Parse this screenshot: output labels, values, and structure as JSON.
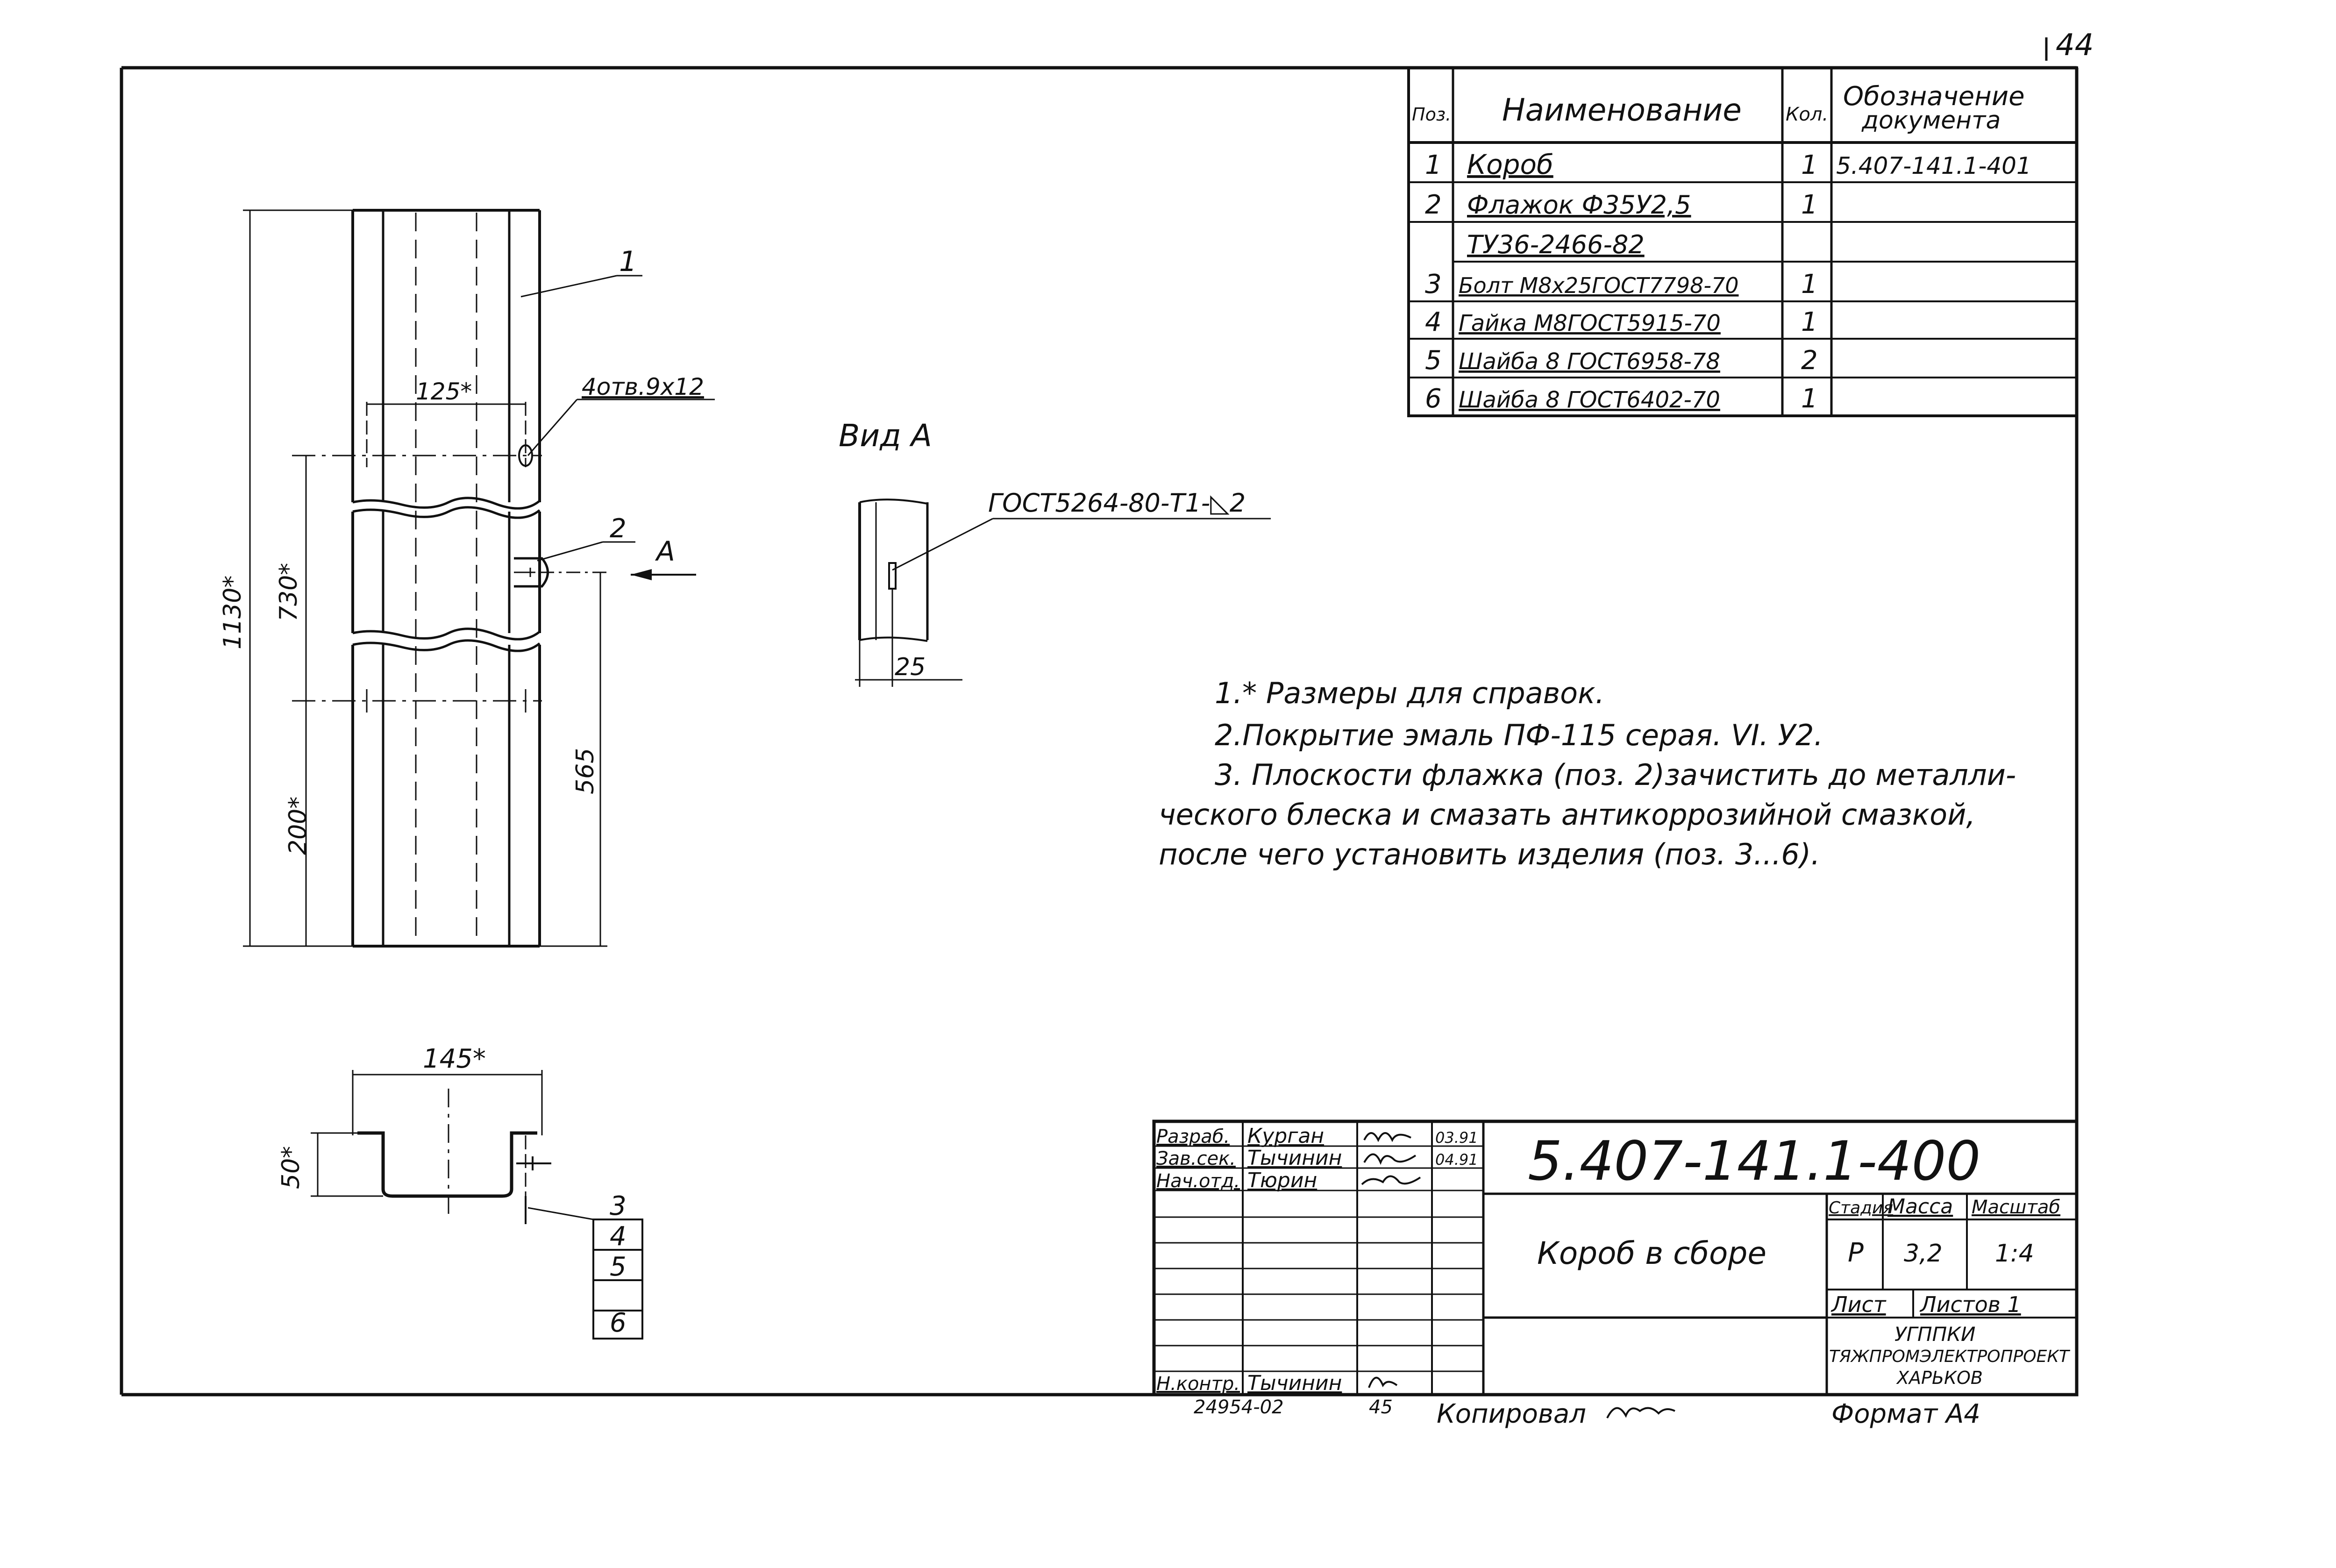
{
  "sheet_number": "44",
  "spec_table": {
    "headers": {
      "pos": "Поз.",
      "name": "Наименование",
      "qty": "Кол.",
      "doc_line1": "Обозначение",
      "doc_line2": "документа"
    },
    "rows": [
      {
        "pos": "1",
        "name": "Короб",
        "qty": "1",
        "doc": "5.407-141.1-401"
      },
      {
        "pos": "2",
        "name": "Флажок Ф35У2,5",
        "qty": "1",
        "doc": ""
      },
      {
        "pos": "",
        "name": "ТУ36-2466-82",
        "qty": "",
        "doc": ""
      },
      {
        "pos": "3",
        "name": "Болт М8х25ГОСТ7798-70",
        "qty": "1",
        "doc": ""
      },
      {
        "pos": "4",
        "name": "Гайка М8ГОСТ5915-70",
        "qty": "1",
        "doc": ""
      },
      {
        "pos": "5",
        "name": "Шайба 8 ГОСТ6958-78",
        "qty": "2",
        "doc": ""
      },
      {
        "pos": "6",
        "name": "Шайба 8 ГОСТ6402-70",
        "qty": "1",
        "doc": ""
      }
    ]
  },
  "main_view": {
    "leader_1": "1",
    "leader_2": "2",
    "view_arrow": "А",
    "holes_note": "4отв.9х12",
    "dim_125": "125*",
    "dim_1130": "1130*",
    "dim_730": "730*",
    "dim_200": "200*",
    "dim_565": "565"
  },
  "view_a": {
    "title": "Вид А",
    "weld_note": "ГОСТ5264-80-Т1-◺2",
    "dim_25": "25"
  },
  "section_view": {
    "dim_145": "145*",
    "dim_50": "50*",
    "positions": [
      "3",
      "4",
      "5",
      "6"
    ]
  },
  "notes": [
    "1.* Размеры для справок.",
    "2.Покрытие эмаль ПФ-115 серая. VI. У2.",
    "3. Плоскости флажка (поз. 2)зачистить до металли-",
    "ческого блеска и смазать антикоррозийной смазкой,",
    "после чего установить изделия (поз. 3...6)."
  ],
  "title_block": {
    "doc_number": "5.407-141.1-400",
    "product_name": "Короб в сборе",
    "roles": [
      {
        "role": "Разраб.",
        "name": "Курган",
        "date": "03.91"
      },
      {
        "role": "Зав.сек.",
        "name": "Тычинин",
        "date": "04.91"
      },
      {
        "role": "Нач.отд.",
        "name": "Тюрин",
        "date": ""
      }
    ],
    "norm_control": {
      "role": "Н.контр.",
      "name": "Тычинин"
    },
    "stage_label": "Стадия",
    "mass_label": "Масса",
    "scale_label": "Масштаб",
    "stage": "Р",
    "mass": "3,2",
    "scale": "1:4",
    "sheet_label": "Лист",
    "sheets_label": "Листов 1",
    "org_line1": "УГППКИ",
    "org_line2": "ТЯЖПРОМЭЛЕКТРОПРОЕКТ",
    "org_line3": "ХАРЬКОВ"
  },
  "footer": {
    "archive_no": "24954-02",
    "number": "45",
    "copied": "Копировал",
    "format": "Формат А4"
  }
}
